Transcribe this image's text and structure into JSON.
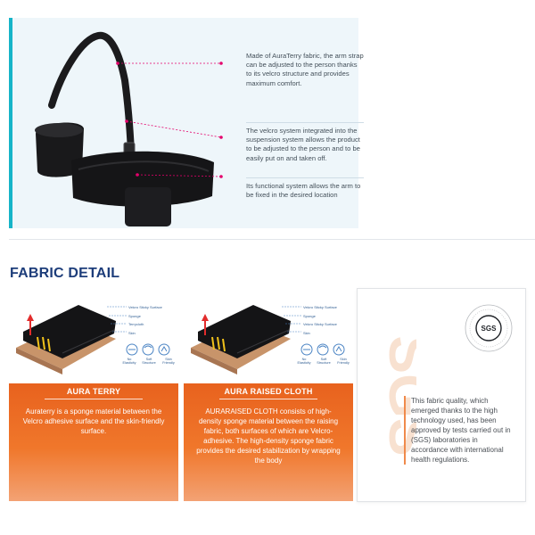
{
  "product": {
    "callouts": [
      "Made of AuraTerry fabric, the arm strap can be adjusted to the person thanks to its velcro structure and provides maximum comfort.",
      "The velcro system integrated into the suspension system allows the product to be adjusted to the person and to be easily put on and taken off.",
      "Its functional system allows the arm to be fixed in the desired location"
    ],
    "accent_color": "#16b4c8",
    "marker_color": "#e4006b"
  },
  "fabric": {
    "section_title": "FABRIC DETAIL",
    "cards": [
      {
        "title": "AURA TERRY",
        "body": "Auraterry is a sponge material between the Velcro adhesive surface and the skin-friendly surface.",
        "layer_labels": [
          "Velcro Sticky Surface",
          "Sponge",
          "Terrycloth",
          "Skin"
        ],
        "features": [
          "No Elasticity",
          "Soft Structure",
          "Skin Friendly"
        ]
      },
      {
        "title": "AURA RAISED CLOTH",
        "body": "AURARAISED CLOTH consists of high-density sponge material between the raising fabric, both surfaces of which are Velcro-adhesive. The high-density sponge fabric provides the desired stabilization by wrapping the body",
        "layer_labels": [
          "Velcro Sticky Surface",
          "Sponge",
          "Velcro Sticky Surface",
          "Skin"
        ],
        "features": [
          "No Elasticity",
          "Soft Structure",
          "Skin Friendly"
        ]
      }
    ],
    "card_color": "#ec6a24"
  },
  "sgs": {
    "logo_text": "SGS",
    "watermark": "SGS",
    "text": "This fabric quality, which emerged thanks to the high technology used, has been approved by tests carried out in (SGS) laboratories in accordance with international health regulations."
  },
  "title_color": "#1d3d7a"
}
